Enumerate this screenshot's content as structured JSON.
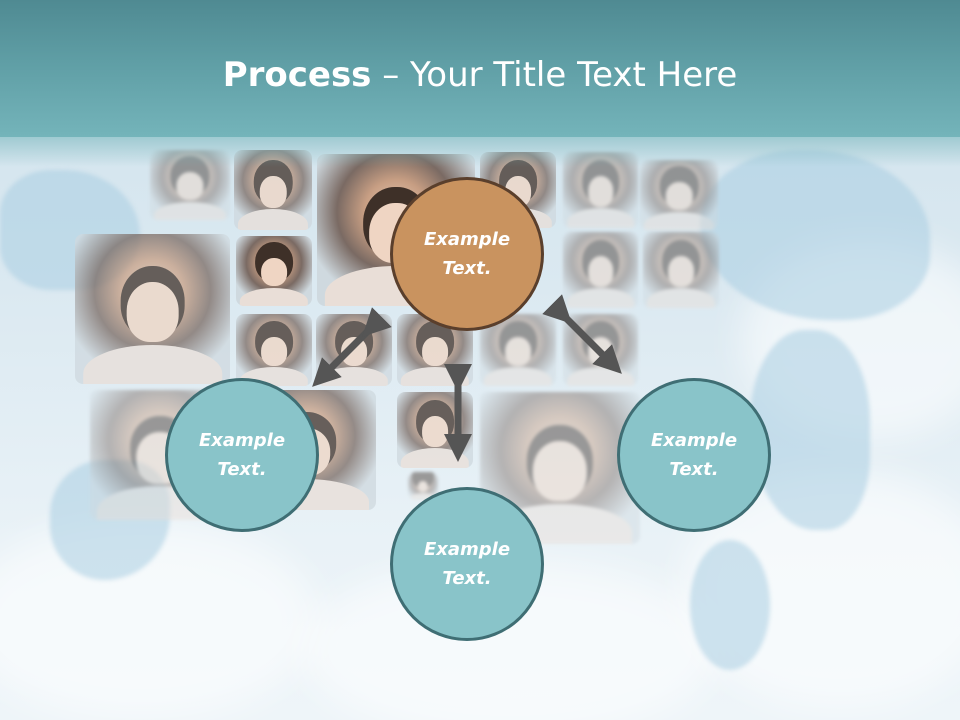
{
  "title": {
    "bold": "Process",
    "rest": " – Your Title Text Here"
  },
  "nodes": {
    "top": "Example Text.",
    "left": "Example Text.",
    "bottom": "Example Text.",
    "right": "Example Text."
  },
  "colors": {
    "title_bar": "#5f9ea5",
    "node_teal": "#89c4c9",
    "node_accent": "#c9935f",
    "arrow": "#555555"
  }
}
